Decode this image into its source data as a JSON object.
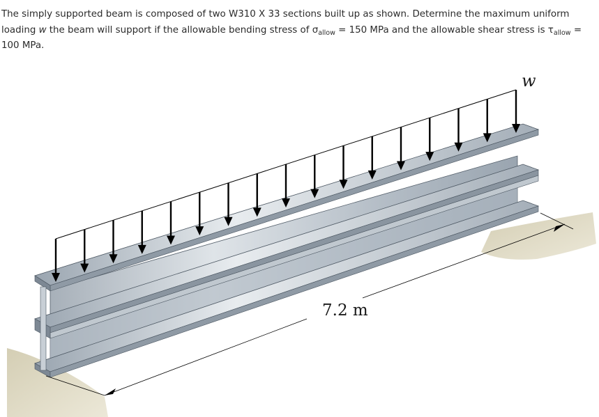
{
  "problem": {
    "intro": "The simply supported beam is composed of two W310 X 33 sections built up as shown. Determine the maximum uniform loading ",
    "w_symbol": "w",
    "mid": " the beam will support if the allowable bending stress of σ",
    "sigma_sub": "allow",
    "sigma_value": " = 150 MPa and the allowable shear stress is τ",
    "tau_sub": "allow",
    "tau_value": " = 100 MPa."
  },
  "figure": {
    "load_label": "w",
    "span_label": "7.2 m",
    "arrow_count": 17,
    "colors": {
      "beam_face": "#c9d0d7",
      "beam_dark": "#8e99a4",
      "ground": "#cfc8ae",
      "arrow": "#000000"
    }
  }
}
